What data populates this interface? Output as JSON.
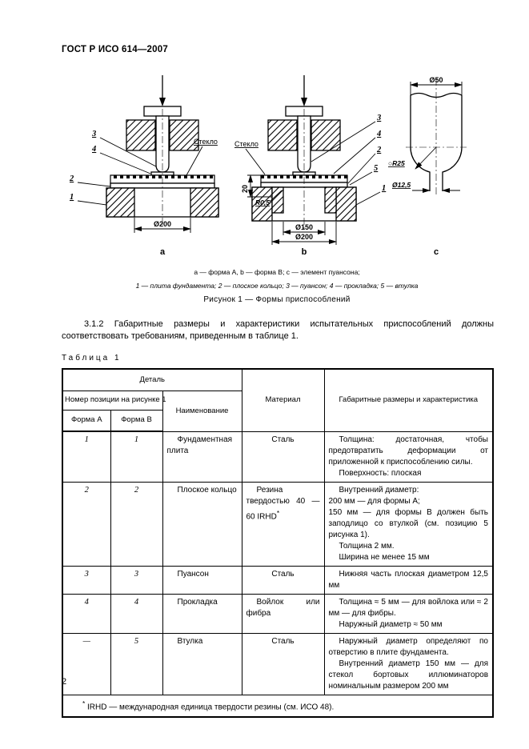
{
  "page": {
    "header": "ГОСТ Р ИСО 614—2007",
    "number": "2"
  },
  "figure": {
    "form_a": {
      "callout_3": "3",
      "callout_4": "4",
      "callout_2": "2",
      "callout_1": "1",
      "glass_label": "Стекло",
      "dim_d200": "Ø200",
      "letter": "a"
    },
    "form_b": {
      "glass_label": "Стекло",
      "callout_3": "3",
      "callout_4": "4",
      "callout_2": "2",
      "callout_5": "5",
      "callout_1": "1",
      "dim_20": "20",
      "dim_r05": "R0,5",
      "dim_d150": "Ø150",
      "dim_d200": "Ø200",
      "letter": "b"
    },
    "form_c": {
      "dim_d50": "Ø50",
      "dim_r25": "○R25",
      "dim_d125": "Ø12,5",
      "letter": "c"
    },
    "caption_line1": "a — форма А, b — форма В; c — элемент пуансона;",
    "caption_line2": "1 — плита фундамента; 2 — плоское кольцо; 3 — пуансон; 4 — прокладка; 5 — втулка",
    "title": "Рисунок 1 — Формы приспособлений"
  },
  "paragraph_312": "3.1.2 Габаритные размеры и характеристики испытательных приспособлений должны соответствовать требованиям, приведенным в таблице 1.",
  "table": {
    "label": "Таблица 1",
    "header": {
      "detail": "Деталь",
      "position_number": "Номер позиции на рисунке 1",
      "form_a": "Форма А",
      "form_b": "Форма В",
      "name": "Наименование",
      "material": "Материал",
      "dimensions": "Габаритные размеры и характеристика"
    },
    "rows": [
      {
        "form_a": "1",
        "form_b": "1",
        "name": "Фундаментная плита",
        "material": "Сталь",
        "characteristics": [
          "Толщина: достаточная, чтобы предотвратить деформации от приложенной к приспособлению силы.",
          "Поверхность: плоская"
        ]
      },
      {
        "form_a": "2",
        "form_b": "2",
        "name": "Плоское кольцо",
        "material": "Резина твердостью 40 — 60 IRHD",
        "material_sup": "*",
        "characteristics": [
          "Внутренний диаметр:",
          "200 мм — для формы А;",
          "150 мм — для формы В должен быть заподлицо со втулкой (см. позицию 5 рисунка 1).",
          "Толщина 2 мм.",
          "Ширина не менее 15 мм"
        ]
      },
      {
        "form_a": "3",
        "form_b": "3",
        "name": "Пуансон",
        "material": "Сталь",
        "characteristics": [
          "Нижняя часть плоская диаметром 12,5 мм"
        ]
      },
      {
        "form_a": "4",
        "form_b": "4",
        "name": "Прокладка",
        "material": "Войлок или фибра",
        "characteristics": [
          "Толщина ≈ 5 мм — для войлока или ≈ 2 мм — для фибры.",
          "Наружный диаметр ≈ 50 мм"
        ]
      },
      {
        "form_a": "—",
        "form_b": "5",
        "name": "Втулка",
        "material": "Сталь",
        "characteristics": [
          "Наружный диаметр определяют по отверстию в плите фундамента.",
          "Внутренний диаметр 150 мм — для стекол бортовых иллюминаторов номинальным размером 200 мм"
        ]
      }
    ],
    "footnote_sup": "*",
    "footnote": "IRHD — международная единица твердости резины (см. ИСО 48)."
  }
}
